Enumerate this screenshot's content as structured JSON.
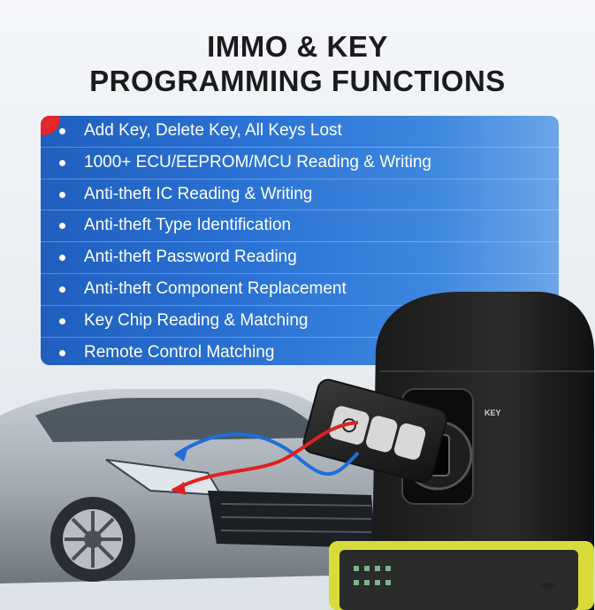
{
  "header": {
    "line1": "IMMO & KEY",
    "line2": "PROGRAMMING FUNCTIONS"
  },
  "features": [
    "Add Key, Delete Key, All Keys Lost",
    "1000+ ECU/EEPROM/MCU Reading & Writing",
    "Anti-theft IC Reading & Writing",
    "Anti-theft Type Identification",
    "Anti-theft Password Reading",
    "Anti-theft Component Replacement",
    "Key Chip Reading & Matching",
    "Remote Control Matching"
  ],
  "device": {
    "key_label": "KEY",
    "dip_label": "DIP"
  },
  "colors": {
    "panel_blue": "#2a72d4",
    "accent_red": "#e5262d",
    "arrow_blue": "#1e6fd9",
    "arrow_red": "#e02020"
  }
}
